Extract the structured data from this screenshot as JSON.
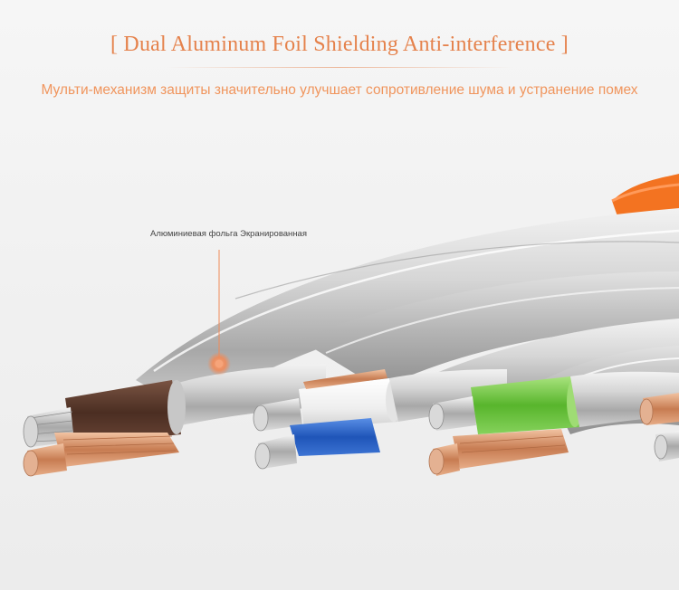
{
  "heading": {
    "title": "[ Dual Aluminum Foil Shielding Anti-interference ]",
    "subtitle": "Мульти-механизм защиты значительно улучшает сопротивление шума и устранение помех"
  },
  "callout": {
    "label": "Алюминиевая фольга Экранированная"
  },
  "colors": {
    "accent": "#e5824c",
    "subtitle": "#f0955d",
    "jacket_orange": "#f37321",
    "foil_silver": "#c9c9c9",
    "brown": "#5a3a2b",
    "white": "#f6f6f6",
    "blue": "#2a63c8",
    "green": "#62c135",
    "copper": "#d8946c"
  }
}
